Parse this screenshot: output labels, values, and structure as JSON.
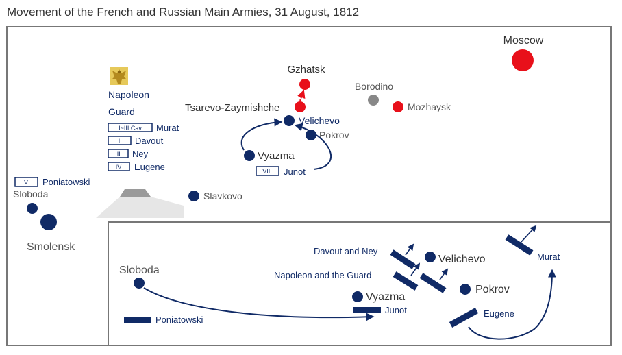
{
  "title": "Movement of the French and Russian Main Armies, 31 August, 1812",
  "colors": {
    "french": "#102a66",
    "russian": "#e8101a",
    "neutral": "#888888",
    "frame": "#777777"
  },
  "main_map": {
    "places": {
      "moscow": "Moscow",
      "gzhatsk": "Gzhatsk",
      "tsarevo": "Tsarevo-Zaymishche",
      "borodino": "Borodino",
      "mozhaysk": "Mozhaysk",
      "velichevo": "Velichevo",
      "pokrov": "Pokrov",
      "vyazma": "Vyazma",
      "slavkovo": "Slavkovo",
      "sloboda": "Sloboda",
      "smolensk": "Smolensk"
    },
    "legend": {
      "napoleon": "Napoleon",
      "guard": "Guard",
      "murat_corps": "I~III Cav",
      "murat": "Murat",
      "davout_corps": "I",
      "davout": "Davout",
      "ney_corps": "III",
      "ney": "Ney",
      "eugene_corps": "IV",
      "eugene": "Eugene"
    },
    "units": {
      "poniatowski_corps": "V",
      "poniatowski": "Poniatowski",
      "junot_corps": "VIII",
      "junot": "Junot"
    },
    "icons": [
      "eagle-icon"
    ]
  },
  "inset_map": {
    "labels": {
      "sloboda": "Sloboda",
      "vyazma": "Vyazma",
      "velichevo": "Velichevo",
      "pokrov": "Pokrov",
      "davout_ney": "Davout and Ney",
      "napoleon_guard": "Napoleon and the Guard",
      "junot": "Junot",
      "poniatowski": "Poniatowski",
      "eugene": "Eugene",
      "murat": "Murat"
    }
  }
}
